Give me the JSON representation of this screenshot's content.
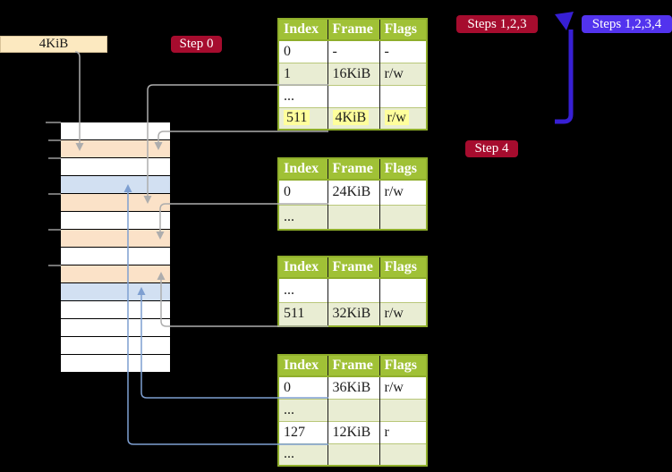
{
  "palette": {
    "background": "#000000",
    "gray_arrow": "#adadad",
    "steel_arrow": "#7e9fd1",
    "big_arrow": "#371fd4",
    "crimson": "#a60c2e",
    "violet": "#5233ee",
    "cream": "#fce9c0",
    "header_green": "#a0c136",
    "border_green": "#8fae2b",
    "cell_green": "#e9edd3",
    "highlight_yellow": "#ffff9c",
    "mem_white": "#ffffff",
    "mem_peach": "#fbe2c8",
    "mem_blue": "#d2e0f2"
  },
  "labels": {
    "frame_size": "4KiB",
    "step0": "Step 0",
    "steps123": "Steps 1,2,3",
    "steps1234": "Steps 1,2,3,4",
    "step4": "Step 4"
  },
  "page_tables": [
    {
      "name": "page-table-level-4",
      "headers": [
        "Index",
        "Frame",
        "Flags"
      ],
      "rows": [
        {
          "index": "0",
          "frame": "-",
          "flags": "-",
          "shaded": false,
          "highlight": false
        },
        {
          "index": "1",
          "frame": "16KiB",
          "flags": "r/w",
          "shaded": true,
          "highlight": false
        },
        {
          "index": "...",
          "frame": "",
          "flags": "",
          "shaded": false,
          "highlight": false
        },
        {
          "index": "511",
          "frame": "4KiB",
          "flags": "r/w",
          "shaded": true,
          "highlight": true
        }
      ]
    },
    {
      "name": "page-table-level-3",
      "headers": [
        "Index",
        "Frame",
        "Flags"
      ],
      "rows": [
        {
          "index": "0",
          "frame": "24KiB",
          "flags": "r/w",
          "shaded": false,
          "highlight": false
        },
        {
          "index": "...",
          "frame": "",
          "flags": "",
          "shaded": true,
          "highlight": false
        }
      ]
    },
    {
      "name": "page-table-level-2",
      "headers": [
        "Index",
        "Frame",
        "Flags"
      ],
      "rows": [
        {
          "index": "...",
          "frame": "",
          "flags": "",
          "shaded": false,
          "highlight": false
        },
        {
          "index": "511",
          "frame": "32KiB",
          "flags": "r/w",
          "shaded": true,
          "highlight": false
        }
      ]
    },
    {
      "name": "page-table-level-1",
      "headers": [
        "Index",
        "Frame",
        "Flags"
      ],
      "rows": [
        {
          "index": "0",
          "frame": "36KiB",
          "flags": "r/w",
          "shaded": false,
          "highlight": false
        },
        {
          "index": "...",
          "frame": "",
          "flags": "",
          "shaded": true,
          "highlight": false
        },
        {
          "index": "127",
          "frame": "12KiB",
          "flags": "r",
          "shaded": false,
          "highlight": false
        },
        {
          "index": "...",
          "frame": "",
          "flags": "",
          "shaded": true,
          "highlight": false
        }
      ]
    }
  ],
  "memory_column": {
    "rows": [
      "white",
      "peach",
      "white",
      "blue",
      "peach",
      "white",
      "peach",
      "white",
      "peach",
      "blue",
      "white",
      "white",
      "white",
      "white"
    ]
  }
}
